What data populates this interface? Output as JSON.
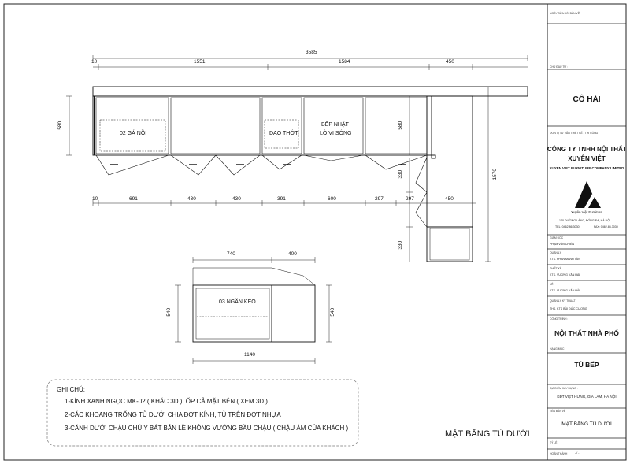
{
  "plan": {
    "dims_top": {
      "overall": "3585",
      "left_edge": "10",
      "seg1": "1551",
      "seg2": "1584",
      "seg3": "450"
    },
    "dims_bottom": [
      "10",
      "691",
      "430",
      "430",
      "391",
      "600",
      "297",
      "297",
      "450"
    ],
    "dims_side": {
      "depth": "580",
      "return_depth": "580",
      "return_len": "1570",
      "seg_a": "330",
      "seg_b": "330"
    },
    "labels": {
      "cabinet1": "02 GÁ NỒI",
      "cabinet2": "DAO THỚT",
      "stove_line1": "BẾP NHẬT",
      "stove_line2": "LÒ VI SÓNG"
    }
  },
  "drawer": {
    "width_left": "740",
    "width_right": "400",
    "depth_left": "540",
    "depth_right": "540",
    "total": "1140",
    "label": "03 NGĂN KÉO"
  },
  "notes": {
    "title": "GHI CHÚ:",
    "items": [
      "1-KÍNH XANH NGỌC MK-02 ( KHÁC 3D ), ỐP CẢ MẶT BÊN ( XEM 3D )",
      "2-CÁC KHOANG TRỐNG TỦ DƯỚI CHIA ĐỢT KÍNH, TỦ TRÊN ĐỢT NHỰA",
      "3-CÁNH DƯỚI CHẬU CHÚ  Ý BẮT BẢN LỀ KHÔNG VƯỚNG BẦU CHẬU ( CHẬU ÂM CỦA KHÁCH )"
    ]
  },
  "sheet_title": "MẶT BẰNG TỦ DƯỚI",
  "title_block": {
    "l_date": "NGÀY SỬA ĐỔI BẢN VẼ",
    "l_investor": "CHỦ ĐẦU TƯ :",
    "investor": "CÔ HẢI",
    "l_designer": "ĐƠN VỊ TƯ VẤN THIẾT KẾ - THI CÔNG",
    "company_1": "CÔNG TY TNHH NỘI THẤT",
    "company_2": "XUYÊN VIỆT",
    "company_en": "XUYEN VIET FURNITURE COMPANY LIMITED",
    "logo_text": "Xuyên Việt Furniture",
    "address": "170 ĐƯỜNG LÁNG, ĐỐNG ĐA, HÀ NỘI",
    "tel": "TEL: 0462.86.3030",
    "fax": "FAX: 0462.86.3030",
    "l_director": "GIÁM ĐỐC",
    "director": "PHẠM VĂN CHIẾN",
    "l_manager": "QUẢN LÝ",
    "manager": "KTS. PHAN MẠNH TÂN",
    "l_design": "THIẾT KẾ",
    "design": "KTS. VƯƠNG VĂN HẢI",
    "l_draw": "VẼ",
    "draw": "KTS. VƯƠNG VĂN HẢI",
    "l_qc": "QUẢN LÝ KỸ THUẬT",
    "qc": "THS. KTS BÙI ĐỨC CƯƠNG",
    "l_project": "CÔNG TRÌNH :",
    "project": "NỘI THẤT NHÀ PHỐ",
    "l_item": "HẠNG MỤC",
    "item": "TỦ BẾP",
    "l_location": "ĐỊA ĐIỂM XÂY DỰNG :",
    "location": "KĐT VIỆT HƯNG, GIA LÂM, HÀ NỘI",
    "l_drawing": "TÊN BẢN VẼ",
    "drawing": "MẶT BẰNG TỦ DƯỚI",
    "l_scale": "TỶ LỆ",
    "l_done": "HOÀN THÀNH",
    "done": "- / -"
  }
}
